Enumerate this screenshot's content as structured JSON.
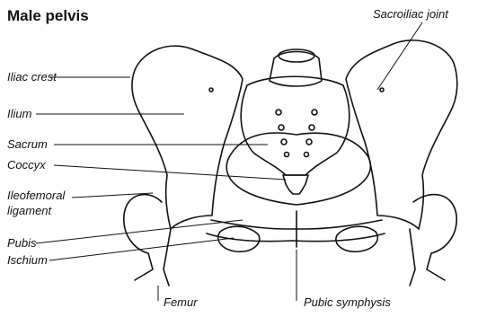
{
  "title": "Male pelvis",
  "labels": {
    "sacroiliac_joint": "Sacroiliac joint",
    "iliac_crest": "Iliac crest",
    "ilium": "Ilium",
    "sacrum": "Sacrum",
    "coccyx": "Coccyx",
    "ileofemoral_1": "Ileofemoral",
    "ileofemoral_2": "ligament",
    "pubis": "Pubis",
    "ischium": "Ischium",
    "femur": "Femur",
    "pubic_symphysis": "Pubic symphysis"
  },
  "colors": {
    "line": "#111111",
    "background": "#ffffff"
  }
}
